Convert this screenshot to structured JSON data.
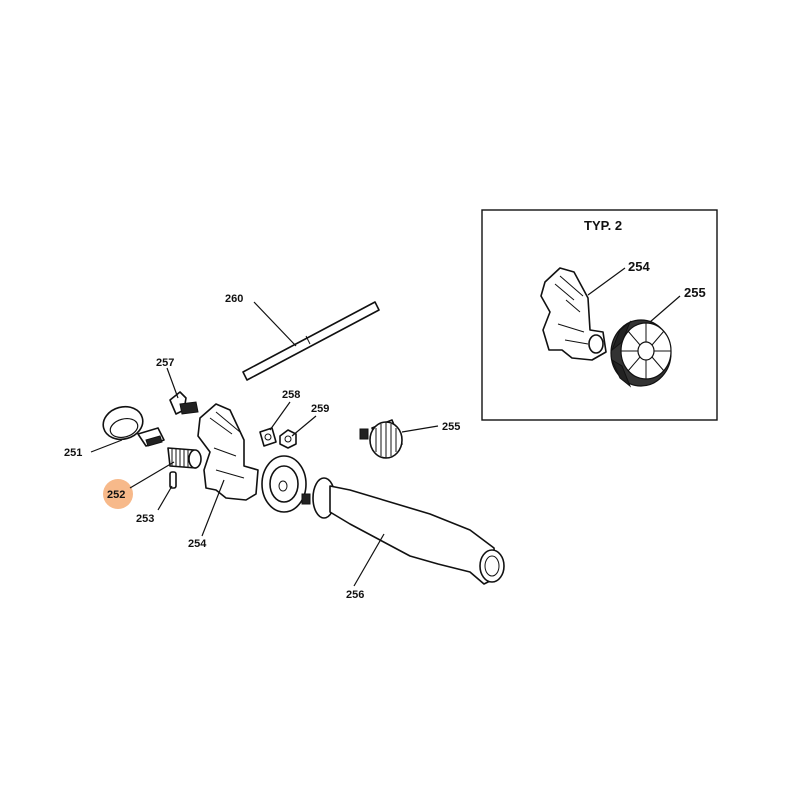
{
  "inset": {
    "title": "TYP. 2",
    "labels": {
      "p254": "254",
      "p255": "255"
    }
  },
  "labels": {
    "p251": "251",
    "p252": "252",
    "p253": "253",
    "p254": "254",
    "p255": "255",
    "p256": "256",
    "p257": "257",
    "p258": "258",
    "p259": "259",
    "p260": "260"
  },
  "colors": {
    "highlight": "#f7b98a",
    "ink": "#111111",
    "background": "#ffffff"
  }
}
